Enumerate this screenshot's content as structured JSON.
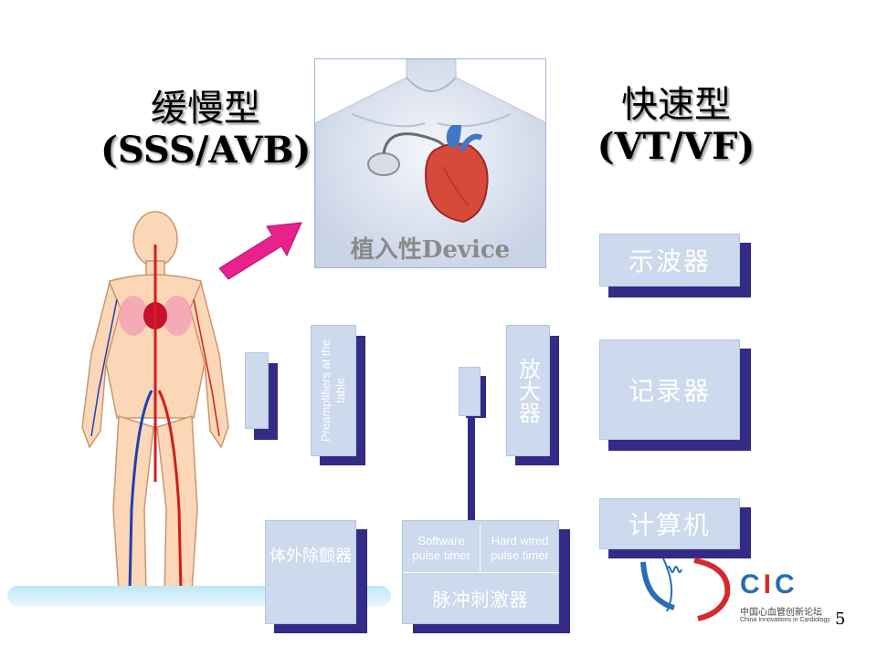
{
  "titles": {
    "slow_cn": "缓慢型",
    "slow_en": "(SSS/AVB)",
    "fast_cn": "快速型",
    "fast_en": "(VT/VF)"
  },
  "device": {
    "label": "植入性Device"
  },
  "boxes": {
    "oscilloscope": "示波器",
    "recorder": "记录器",
    "computer": "计算机",
    "preamplifiers": "Preamplifiers at the table",
    "amplifier": "放大器",
    "external_defib": "体外除颤器",
    "software_timer": "Software pulse timer",
    "hardwired_timer": "Hard wired pulse timer",
    "pulse_stimulator": "脉冲刺激器"
  },
  "logo": {
    "name": "CIC",
    "cn": "中国心血管创新论坛",
    "en": "China Innovations in Cardiology"
  },
  "page_number": "5",
  "colors": {
    "box_fill": "#cdd9ec",
    "box_shadow": "#332b86",
    "arrow": "#e8218c",
    "logo_red": "#d42a2f",
    "logo_blue": "#2a6db5"
  }
}
